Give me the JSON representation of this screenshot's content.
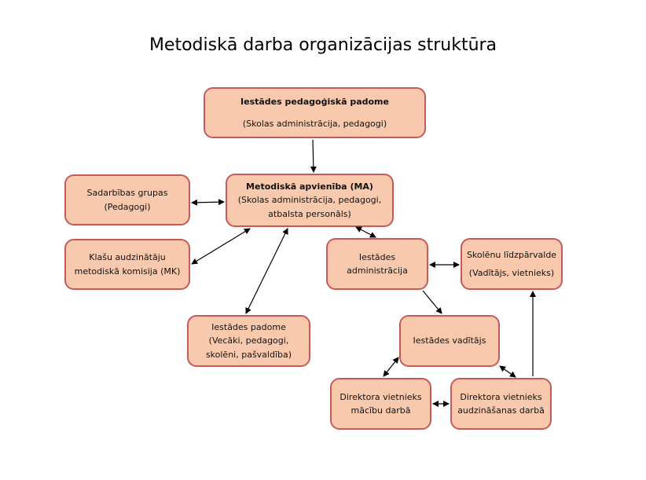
{
  "title": "Metodiskā darba organizācijas struktūra",
  "nodes": {
    "pedagogiska_padome": {
      "line1": "Iestādes pedagoģiskā padome",
      "line2": "(Skolas administrācija, pedagogi)"
    },
    "metodiska_apvieniba": {
      "line1": "Metodiskā apvienība (MA)",
      "line2": "(Skolas administrācija, pedagogi,",
      "line3": "atbalsta personāls)"
    },
    "sadarbibas_grupas": {
      "line1": "Sadarbības grupas",
      "line2": "(Pedagogi)"
    },
    "klasu_audzinataju_komisija": {
      "line1": "Klašu audzinātāju",
      "line2": "metodiskā komisija (MK)"
    },
    "iestades_padome": {
      "line1": "Iestādes padome",
      "line2": "(Vecāki, pedagogi,",
      "line3": "skolēni, pašvaldība)"
    },
    "iestades_administracija": {
      "line1": "Iestādes",
      "line2": "administrācija"
    },
    "skolenu_lidzparvalde": {
      "line1": "Skolēnu līdzpārvalde",
      "line2": "(Vadītājs, vietnieks)"
    },
    "iestades_vaditajs": {
      "line1": "Iestādes vadītājs"
    },
    "vietnieks_macibu": {
      "line1": "Direktora vietnieks",
      "line2": "mācību darbā"
    },
    "vietnieks_audzinasanas": {
      "line1": "Direktora vietnieks",
      "line2": "audzināšanas darbā"
    }
  },
  "colors": {
    "box_fill": "#f9c9ad",
    "box_border": "#c55a5a",
    "arrow": "#000000"
  }
}
